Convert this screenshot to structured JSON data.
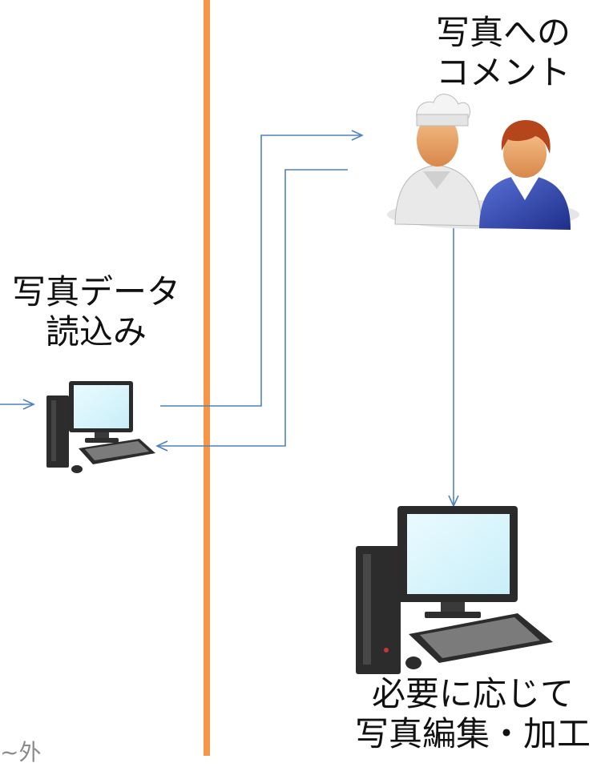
{
  "labels": {
    "comment": [
      "写真への",
      "コメント"
    ],
    "read": [
      "写真データ",
      "読込み"
    ],
    "edit": [
      "必要に応じて",
      "写真編集・加工"
    ],
    "partial": "~外"
  },
  "colors": {
    "divider": "#f79646",
    "arrow": "#4f81bd"
  },
  "icons": {
    "people": "users-icon",
    "pc_small": "desktop-computer-icon",
    "pc_large": "desktop-computer-icon"
  }
}
